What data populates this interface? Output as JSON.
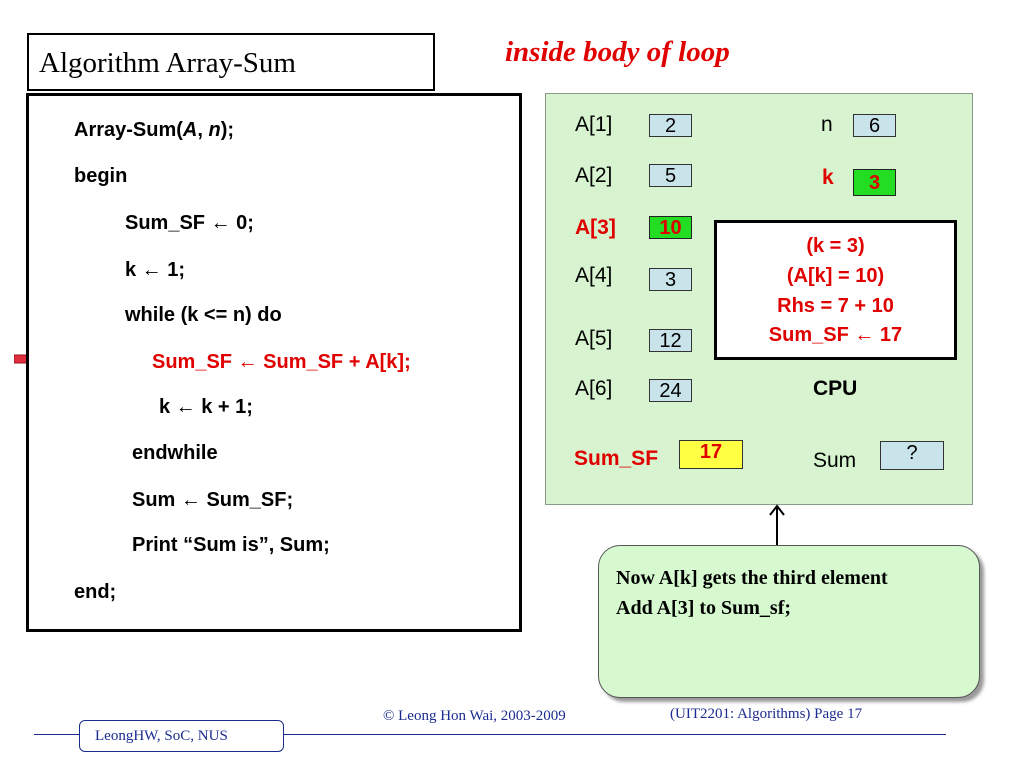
{
  "title": "Algorithm Array-Sum",
  "subtitle": "inside body of loop",
  "code": {
    "line1_name": "Array-Sum(",
    "line1_a": "A",
    "line1_comma": ", ",
    "line1_n": "n",
    "line1_end": ");",
    "begin": "begin",
    "init_sum": "Sum_SF ← 0;",
    "init_k": "k ← 1;",
    "while": "while (k <= n) do",
    "body1": "Sum_SF ← Sum_SF + A[k];",
    "body2": "k ← k + 1;",
    "endwhile": "endwhile",
    "assign": "Sum ← Sum_SF;",
    "print": "Print “Sum is”, Sum;",
    "end": "end;"
  },
  "cpu": {
    "array": [
      {
        "label": "A[1]",
        "value": "2"
      },
      {
        "label": "A[2]",
        "value": "5"
      },
      {
        "label": "A[3]",
        "value": "10"
      },
      {
        "label": "A[4]",
        "value": "3"
      },
      {
        "label": "A[5]",
        "value": "12"
      },
      {
        "label": "A[6]",
        "value": "24"
      }
    ],
    "n_label": "n",
    "n_value": "6",
    "k_label": "k",
    "k_value": "3",
    "note": [
      "(k = 3)",
      "(A[k] = 10)",
      "Rhs = 7 + 10",
      "Sum_SF ← 17"
    ],
    "cpu_label": "CPU",
    "sumsf_label": "Sum_SF",
    "sumsf_value": "17",
    "sum_label": "Sum",
    "sum_value": "?"
  },
  "callout": {
    "line1": "Now A[k] gets the third element",
    "line2": "Add A[3] to Sum_sf;"
  },
  "footer": {
    "copyright": "© Leong Hon Wai, 2003-2009",
    "page": "(UIT2201: Algorithms) Page 17",
    "author": "LeongHW, SoC, NUS"
  },
  "colors": {
    "highlight_red": "#e00000",
    "cpu_bg": "#d7f3cf",
    "cell_bg": "#c9e3ea",
    "k_cell": "#22dd22",
    "sumsf_cell": "#ffff44",
    "footer_blue": "#1b2b8f"
  }
}
